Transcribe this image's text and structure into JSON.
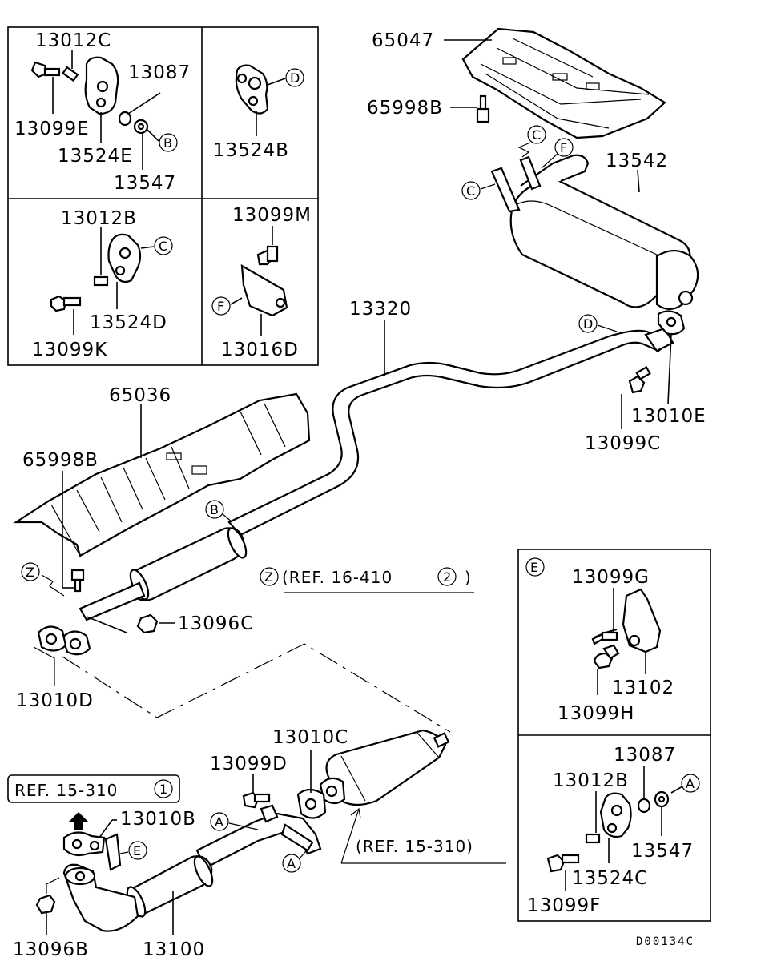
{
  "diagram": {
    "labels": {
      "p13012C": "13012C",
      "p13087a": "13087",
      "p13099E": "13099E",
      "p13524E": "13524E",
      "p13547a": "13547",
      "p13524B": "13524B",
      "p13012Ba": "13012B",
      "p13524D": "13524D",
      "p13099K": "13099K",
      "p13099M": "13099M",
      "p13016D": "13016D",
      "p65047": "65047",
      "p65998Ba": "65998B",
      "p13542": "13542",
      "p13320": "13320",
      "p13010E": "13010E",
      "p13099C": "13099C",
      "p65036": "65036",
      "p65998Bb": "65998B",
      "p13096C": "13096C",
      "p13010D": "13010D",
      "p13010C": "13010C",
      "p13099D": "13099D",
      "p13010B": "13010B",
      "p13096B": "13096B",
      "p13100": "13100",
      "p13099G": "13099G",
      "p13102": "13102",
      "p13099H": "13099H",
      "p13087b": "13087",
      "p13012Bb": "13012B",
      "p13547b": "13547",
      "p13524C": "13524C",
      "p13099F": "13099F"
    },
    "refs": {
      "ref_z": "(REF. 16-410",
      "ref_z_num": "2",
      "ref_z_close": ")",
      "ref_15_boxed": "REF. 15-310",
      "ref_15_boxed_num": "1",
      "ref_15": "(REF. 15-310)"
    },
    "callouts": {
      "A": "A",
      "B": "B",
      "C": "C",
      "D": "D",
      "E": "E",
      "F": "F",
      "Z": "Z"
    },
    "drawing_code": "D00134C"
  }
}
